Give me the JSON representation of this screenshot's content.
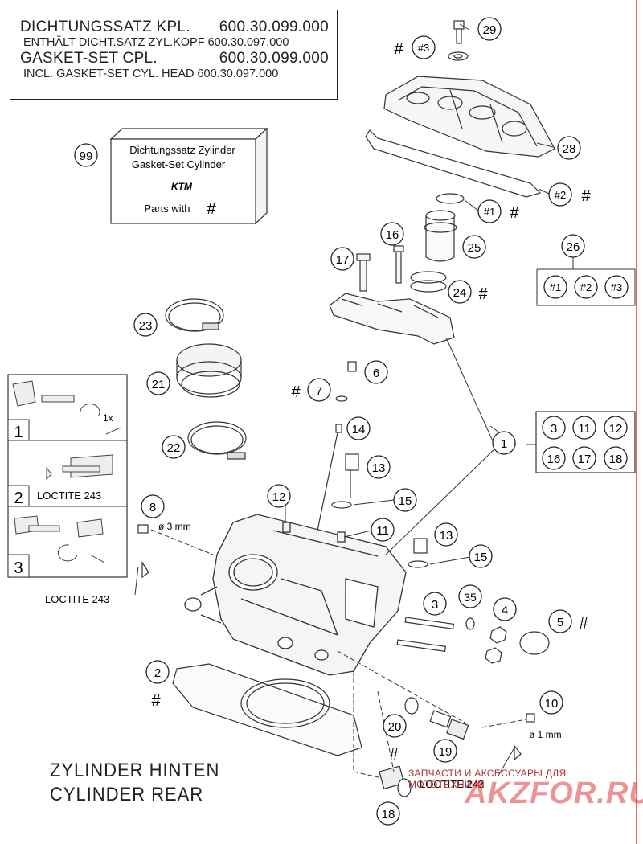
{
  "header": {
    "line1_left": "DICHTUNGSSATZ KPL.",
    "line1_right": "600.30.099.000",
    "line2": "ENTHÄLT DICHT.SATZ ZYL.KOPF 600.30.097.000",
    "line3_left": "GASKET-SET CPL.",
    "line3_right": "600.30.099.000",
    "line4": "INCL. GASKET-SET CYL. HEAD 600.30.097.000"
  },
  "kit_box": {
    "number": "99",
    "line1": "Dichtungssatz Zylinder",
    "line2": "Gasket-Set Cylinder",
    "brand": "KTM",
    "line3": "Parts with",
    "hash": "#"
  },
  "group26": {
    "number": "26",
    "items": [
      "#1",
      "#2",
      "#3"
    ]
  },
  "group1": {
    "number": "1",
    "items": [
      "3",
      "11",
      "12",
      "16",
      "17",
      "18"
    ]
  },
  "callouts": {
    "c29": "29",
    "c3hash": "#3",
    "c28": "28",
    "c2hash": "#2",
    "c1hash": "#1",
    "c25": "25",
    "c16": "16",
    "c17": "17",
    "c24": "24",
    "c23": "23",
    "c21": "21",
    "c22": "22",
    "c6": "6",
    "c7": "7",
    "c14": "14",
    "c13a": "13",
    "c15a": "15",
    "c12": "12",
    "c11": "11",
    "c13b": "13",
    "c15b": "15",
    "c8": "8",
    "c3": "3",
    "c35": "35",
    "c4": "4",
    "c5": "5",
    "c2": "2",
    "c10": "10",
    "c20": "20",
    "c19": "19",
    "c18": "18"
  },
  "hash": "#",
  "dims": {
    "d3": "ø 3 mm",
    "d1": "ø 1 mm"
  },
  "loctite": "LOCTITE 243",
  "steps": {
    "s1": "1",
    "s1note": "1x",
    "s2": "2",
    "s2label": "LOCTITE 243",
    "s3": "3"
  },
  "footer": {
    "line1": "ZYLINDER HINTEN",
    "line2": "CYLINDER REAR"
  },
  "watermark": {
    "line1": "ЗАПЧАСТИ И АКСЕССУАРЫ ДЛЯ МОТОТЕХНИКИ",
    "line2": "AKZFOR.RU"
  }
}
